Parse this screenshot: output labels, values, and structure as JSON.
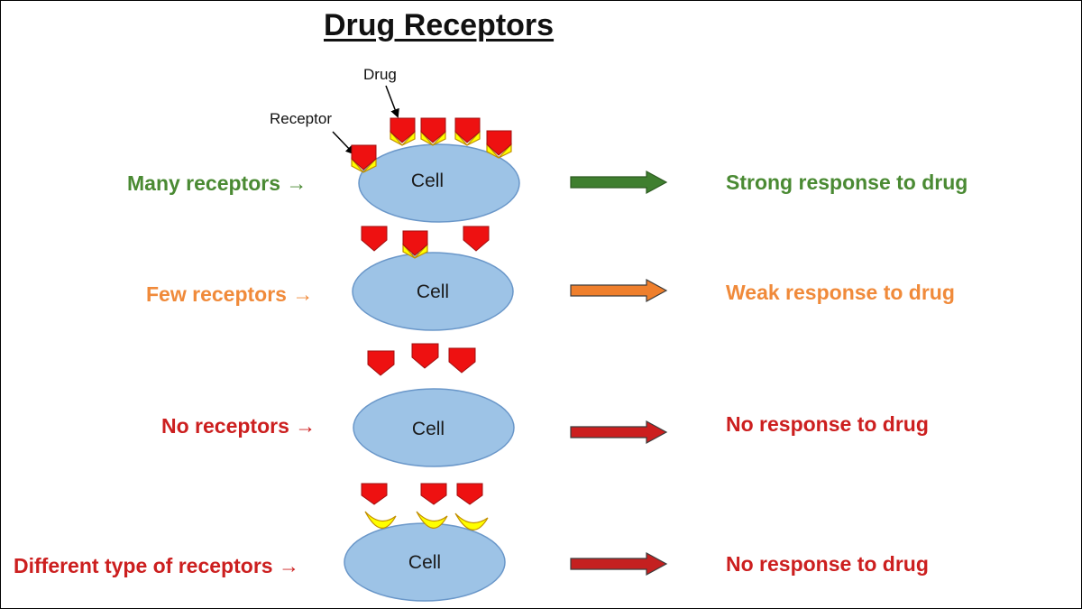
{
  "title": "Drug Receptors",
  "annotations": {
    "drug": "Drug",
    "receptor": "Receptor"
  },
  "cell_label": "Cell",
  "rows": [
    {
      "label": "Many receptors",
      "arrow_glyph": "→",
      "response": "Strong response to drug",
      "color": "#4a8a33",
      "arrow_color": "#3f7f2f"
    },
    {
      "label": "Few receptors",
      "arrow_glyph": "→",
      "response": "Weak response to drug",
      "color": "#f08a3a",
      "arrow_color": "#ef7f2c"
    },
    {
      "label": "No receptors",
      "arrow_glyph": "→",
      "response": "No response to drug",
      "color": "#cc1f1f",
      "arrow_color": "#cc1f1f"
    },
    {
      "label": "Different type of receptors",
      "arrow_glyph": "→",
      "response": "No response to drug",
      "color": "#cc1f1f",
      "arrow_color": "#c42020"
    }
  ],
  "colors": {
    "cell_fill": "#9dc3e6",
    "cell_stroke": "#6a97c9",
    "drug_fill": "#ee1111",
    "receptor_fill": "#ffff00"
  }
}
